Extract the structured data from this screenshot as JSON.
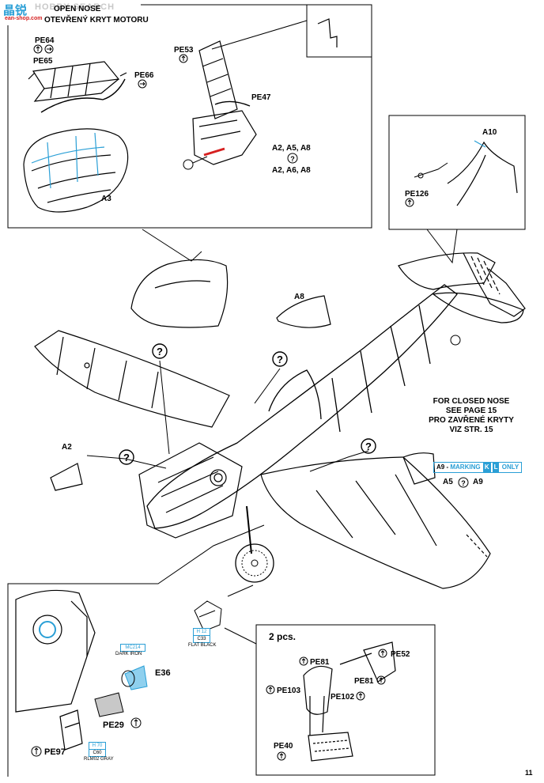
{
  "watermark": {
    "brand_cn": "晶锐",
    "brand_en": "HOBBY SEARCH",
    "site": "ean-shop.com"
  },
  "page_number": "11",
  "header": {
    "title_en": "OPEN NOSE",
    "title_cz": "OTEVŘENÝ KRYT MOTORU"
  },
  "parts": {
    "pe64": "PE64",
    "pe65": "PE65",
    "pe66": "PE66",
    "a3": "A3",
    "pe53": "PE53",
    "pe47": "PE47",
    "a2a5a8": "A2, A5, A8",
    "a2a6a8": "A2, A6, A8",
    "a10": "A10",
    "pe126": "PE126",
    "a8": "A8",
    "a2": "A2",
    "a5": "A5",
    "a9": "A9",
    "e36": "E36",
    "pe29": "PE29",
    "pe97": "PE97",
    "pe81a": "PE81",
    "pe81b": "PE81",
    "pe52": "PE52",
    "pe103": "PE103",
    "pe102": "PE102",
    "pe40": "PE40",
    "two_pcs": "2 pcs."
  },
  "closed_nose_note": {
    "line1": "FOR CLOSED NOSE",
    "line2": "SEE PAGE 15",
    "line3": "PRO ZAVŘENÉ KRYTY",
    "line4": "VIZ STR. 15"
  },
  "marking": {
    "prefix": "A9 -",
    "word": "MARKING",
    "k": "K",
    "l": "L",
    "suffix": "ONLY"
  },
  "colors": {
    "mc214": {
      "code": "MC214",
      "name": "DARK IRON"
    },
    "h12": {
      "code1": "H 12",
      "code2": "C33",
      "name": "FLAT BLACK"
    },
    "h70": {
      "code1": "H 70",
      "code2": "C60",
      "name": "RLM02 GRAY"
    },
    "accent": "#2a9fd6",
    "highlight": "#d62020"
  },
  "icons": [
    "question-icon",
    "fold-arrow-icon",
    "cut-scissors-icon"
  ]
}
